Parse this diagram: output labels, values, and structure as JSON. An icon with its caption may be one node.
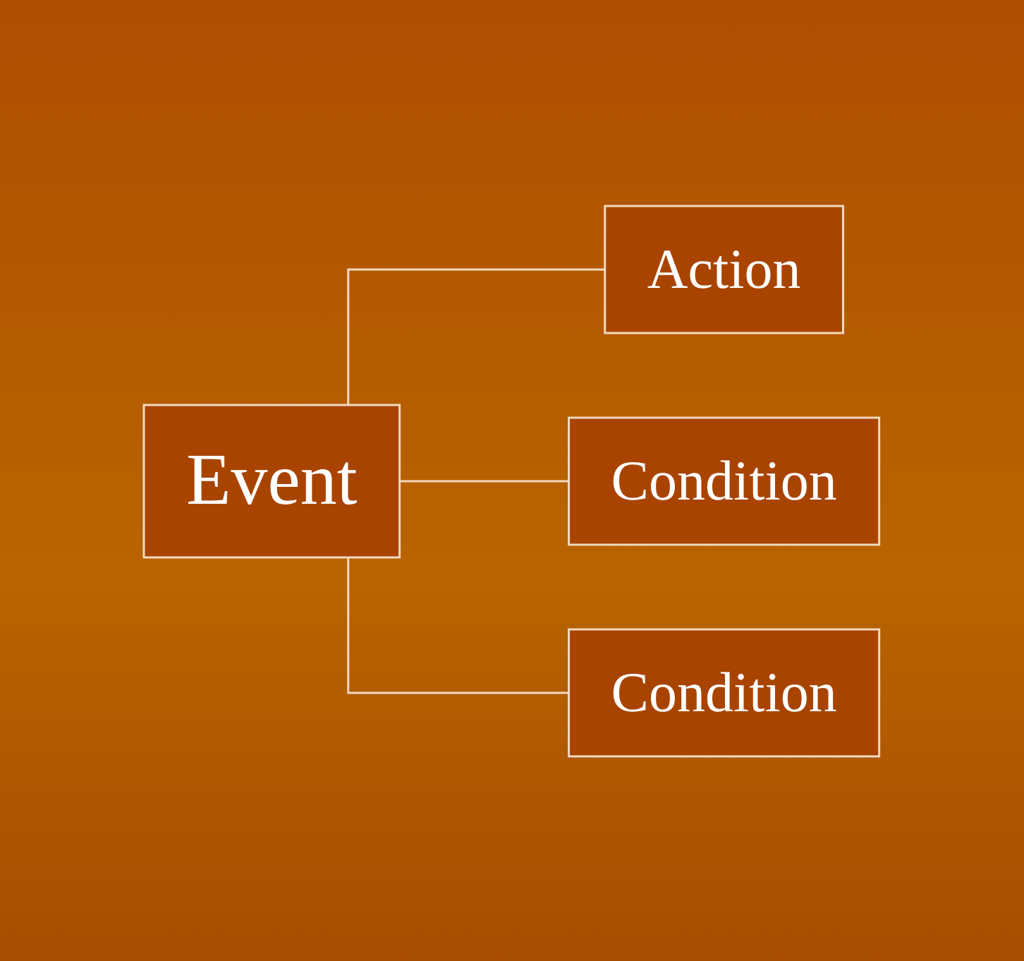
{
  "diagram": {
    "nodes": [
      {
        "text": [
          "Event"
        ]
      },
      {
        "text": [
          "Action"
        ]
      },
      {
        "text": [
          "Condition"
        ]
      },
      {
        "text": [
          "Condition"
        ]
      }
    ],
    "edges": [
      {
        "from": 0,
        "to": 1,
        "arrow": "none"
      },
      {
        "from": 0,
        "to": 2,
        "arrow": "none"
      },
      {
        "from": 0,
        "to": 3,
        "arrow": "none"
      }
    ]
  }
}
